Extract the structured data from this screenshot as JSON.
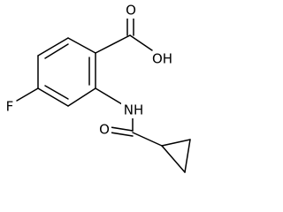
{
  "molecule": {
    "atom_labels": {
      "oxygen_carbonyl_acid": "O",
      "hydroxyl": "OH",
      "fluorine": "F",
      "amide_nh": "NH",
      "oxygen_carbonyl_amide": "O"
    },
    "colors": {
      "bond": "#000000",
      "text": "#000000",
      "background": "#ffffff"
    }
  }
}
